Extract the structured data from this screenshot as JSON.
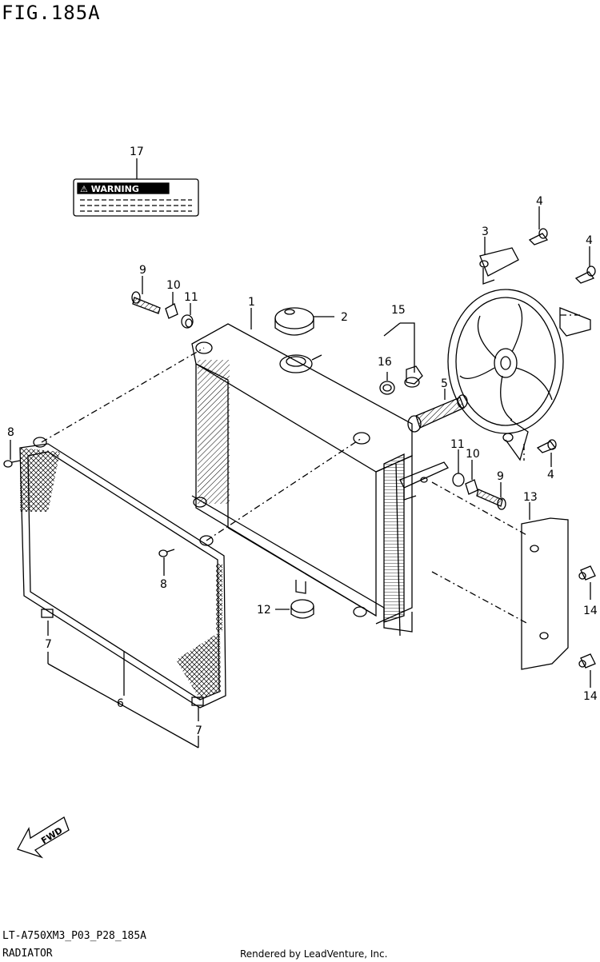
{
  "figure": {
    "title": "FIG.185A"
  },
  "label_17": {
    "warning": "⚠ WARNING"
  },
  "callouts": {
    "c1": "1",
    "c2": "2",
    "c3": "3",
    "c4a": "4",
    "c4b": "4",
    "c4c": "4",
    "c5": "5",
    "c6": "6",
    "c7a": "7",
    "c7b": "7",
    "c8a": "8",
    "c8b": "8",
    "c9a": "9",
    "c9b": "9",
    "c10a": "10",
    "c10b": "10",
    "c11a": "11",
    "c11b": "11",
    "c12": "12",
    "c13": "13",
    "c14a": "14",
    "c14b": "14",
    "c15": "15",
    "c16": "16",
    "c17": "17"
  },
  "fwd_arrow": {
    "label": "FWD"
  },
  "footer": {
    "code": "LT-A750XM3_P03_P28_185A",
    "name": "RADIATOR",
    "credit": "Rendered by LeadVenture, Inc."
  }
}
